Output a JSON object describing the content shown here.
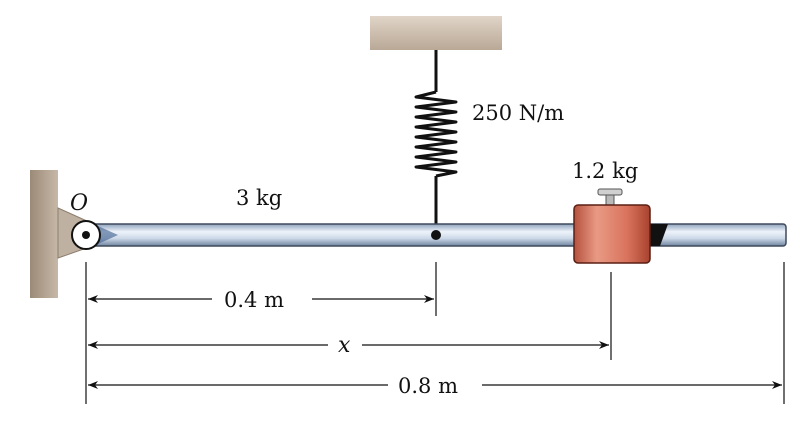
{
  "labels": {
    "pivot": "O",
    "spring_constant": "250 N/m",
    "rod_mass": "3 kg",
    "slider_mass": "1.2 kg",
    "spring_distance": "0.4 m",
    "slider_distance": "x",
    "rod_length": "0.8 m"
  },
  "colors": {
    "wall": "#b5a593",
    "ceiling": "#c9bbab",
    "rod_light": "#dfe8f4",
    "rod_dark": "#8ea3bd",
    "slider_light": "#e99a84",
    "slider_dark": "#b4513e",
    "line": "#111111"
  }
}
